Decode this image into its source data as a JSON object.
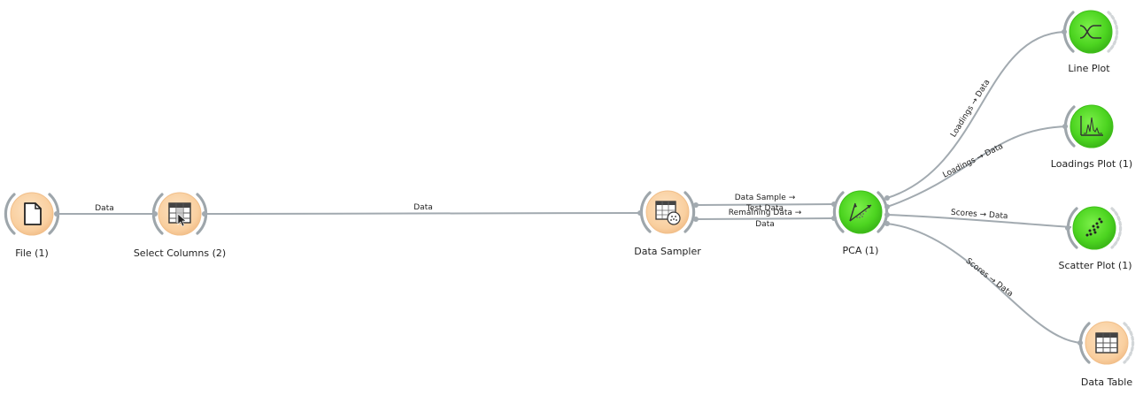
{
  "nodes": {
    "file": {
      "label": "File (1)",
      "category": "data-source",
      "icon": "document-icon"
    },
    "select_columns": {
      "label": "Select Columns (2)",
      "category": "transform",
      "icon": "select-columns-icon"
    },
    "data_sampler": {
      "label": "Data Sampler",
      "category": "transform",
      "icon": "data-sampler-icon"
    },
    "pca": {
      "label": "PCA (1)",
      "category": "unsupervised",
      "icon": "pca-icon"
    },
    "line_plot": {
      "label": "Line Plot",
      "category": "visualize",
      "icon": "line-plot-icon"
    },
    "loadings_plot": {
      "label": "Loadings Plot (1)",
      "category": "visualize",
      "icon": "loadings-plot-icon"
    },
    "scatter_plot": {
      "label": "Scatter Plot (1)",
      "category": "visualize",
      "icon": "scatter-plot-icon"
    },
    "data_table": {
      "label": "Data Table",
      "category": "data-source",
      "icon": "table-icon"
    }
  },
  "links": {
    "file_select": "Data",
    "select_sampler": "Data",
    "sampler_pca_top_1": "Data Sample →",
    "sampler_pca_top_2": "Test Data",
    "sampler_pca_bottom_1": "Remaining Data →",
    "sampler_pca_bottom_2": "Data",
    "pca_line": "Loadings → Data",
    "pca_loadings": "Loadings → Data",
    "pca_scatter": "Scores → Data",
    "pca_table": "Scores → Data"
  },
  "colors": {
    "data_node": "#fbd4a6",
    "data_node_border": "#f1bf8a",
    "green_node": "#55dd28",
    "green_node_dark": "#3fbf1a",
    "link": "#a2aab0",
    "ring": "#9ea6ab"
  }
}
